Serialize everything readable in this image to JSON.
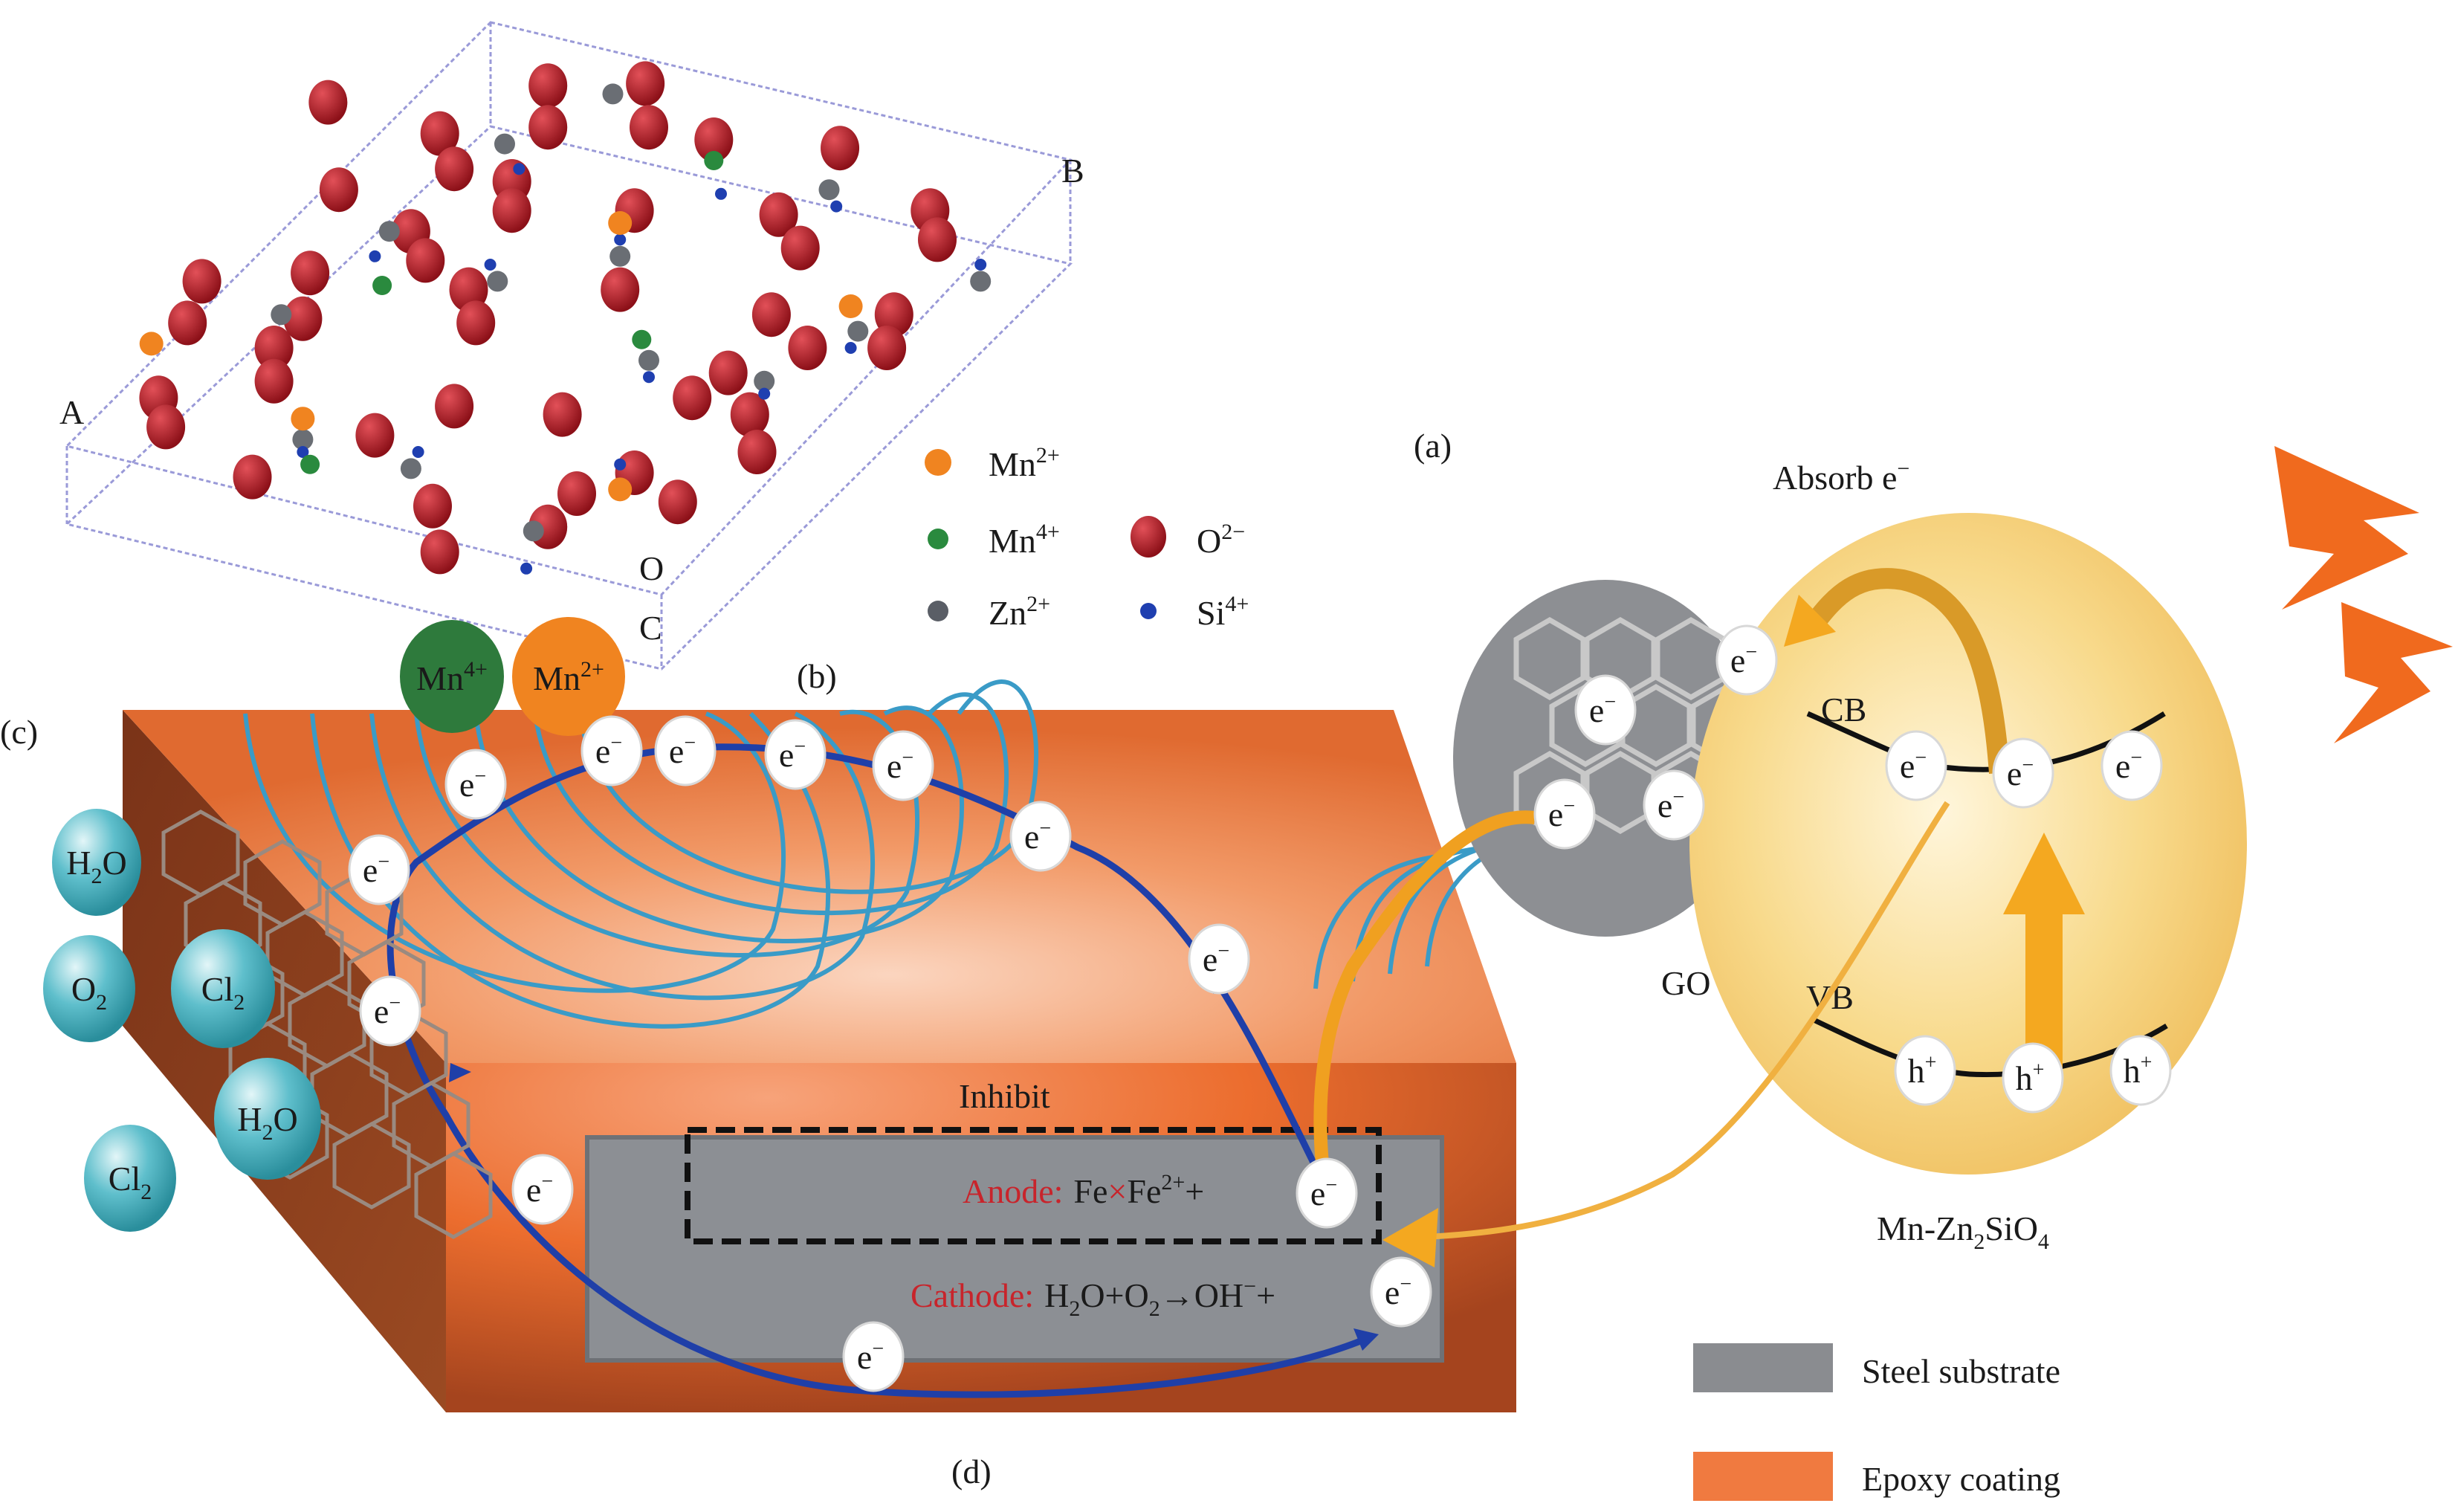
{
  "panels": {
    "a": "(a)",
    "b": "(b)",
    "c": "(c)",
    "d": "(d)"
  },
  "crystal": {
    "axis_labels": {
      "a": "A",
      "b": "B",
      "o": "O",
      "c": "C"
    },
    "legend": [
      {
        "ion": "Mn",
        "charge": "2+",
        "color": "#f08420"
      },
      {
        "ion": "Mn",
        "charge": "4+",
        "color": "#2a8a3e"
      },
      {
        "ion": "Zn",
        "charge": "2+",
        "color": "#5a5e66"
      },
      {
        "ion": "O",
        "charge": "2−",
        "color": "#b01e28"
      },
      {
        "ion": "Si",
        "charge": "4+",
        "color": "#1f3fb0"
      }
    ]
  },
  "mechanism": {
    "absorb_label": "Absorb e",
    "absorb_sup": "−",
    "go_label": "GO",
    "cb_label": "CB",
    "vb_label": "VB",
    "particle_label": {
      "main": "Mn-Zn",
      "sub1": "2",
      "mid": "SiO",
      "sub2": "4"
    },
    "electron": {
      "base": "e",
      "sup": "−"
    },
    "hole": {
      "base": "h",
      "sup": "+"
    },
    "mn4_label": {
      "base": "Mn",
      "sup": "4+"
    },
    "mn2_label": {
      "base": "Mn",
      "sup": "2+"
    }
  },
  "coating": {
    "inhibit_label": "Inhibit",
    "anode_label": "Anode:",
    "anode_reaction": {
      "a": "Fe",
      "b": "Fe",
      "sup": "2+",
      "c": "+"
    },
    "cathode_label": "Cathode:",
    "cathode_reaction": {
      "h": "H",
      "s1": "2",
      "o": "O+O",
      "s2": "2",
      "rest": "→OH",
      "sup": "−",
      "plus": "+"
    },
    "species": [
      {
        "base": "H",
        "sub": "2",
        "tail": "O"
      },
      {
        "base": "O",
        "sub": "2",
        "tail": ""
      },
      {
        "base": "Cl",
        "sub": "2",
        "tail": ""
      },
      {
        "base": "H",
        "sub": "2",
        "tail": "O"
      },
      {
        "base": "Cl",
        "sub": "2",
        "tail": ""
      }
    ]
  },
  "legend": {
    "items": [
      {
        "label": "Steel substrate",
        "color": "#8a8c90"
      },
      {
        "label": "Epoxy coating",
        "color": "#f07a40"
      }
    ]
  },
  "colors": {
    "epoxy_front": "#e8672b",
    "epoxy_side": "#8a3e1c",
    "steel": "#8c8f94",
    "go_disc": "#8d8f93",
    "particle": "#f6d37e",
    "field_line": "#3a9bc7",
    "current": "#1f3fa8",
    "transfer_arrow": "#f0a020",
    "lightning": "#f06a1e"
  }
}
